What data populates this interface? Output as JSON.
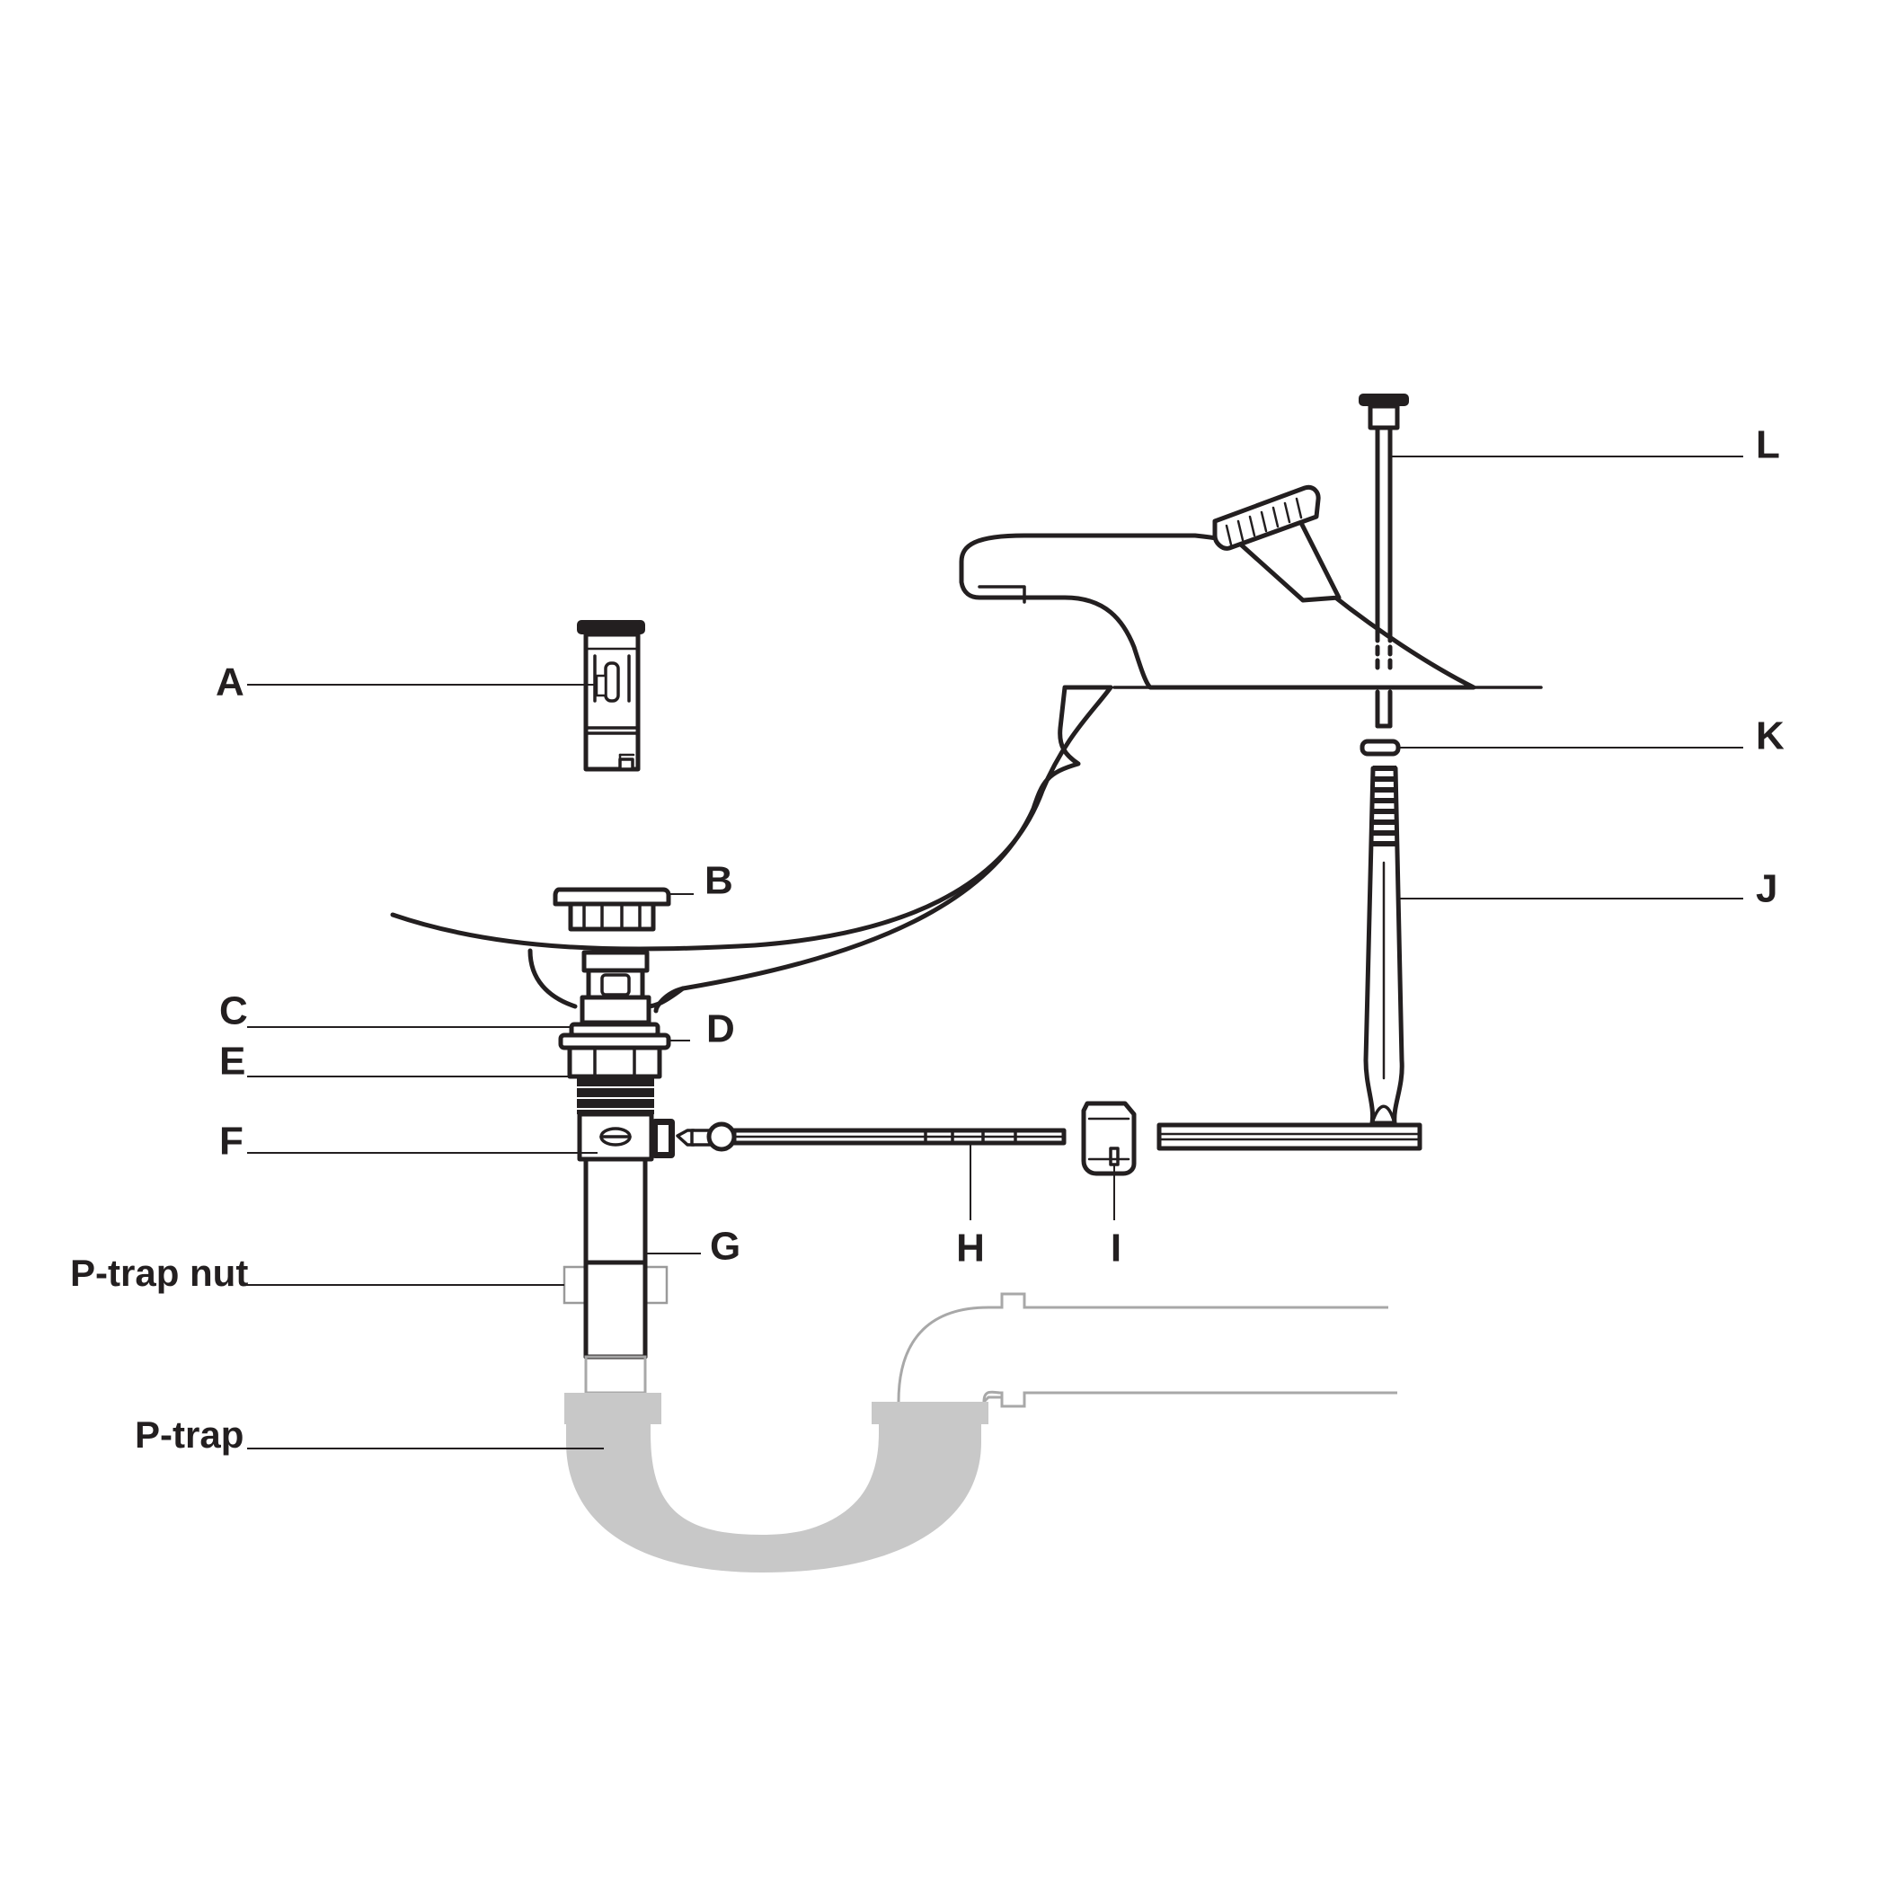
{
  "diagram": {
    "labels": {
      "A": "A",
      "B": "B",
      "C": "C",
      "D": "D",
      "E": "E",
      "F": "F",
      "G": "G",
      "H": "H",
      "I": "I",
      "J": "J",
      "K": "K",
      "L": "L",
      "ptrap_nut": "P-trap nut",
      "ptrap": "P-trap"
    },
    "colors": {
      "ink": "#231f20",
      "ptrap": "#c8c8c8",
      "ghost_pipe": "#a8a8a8"
    }
  }
}
